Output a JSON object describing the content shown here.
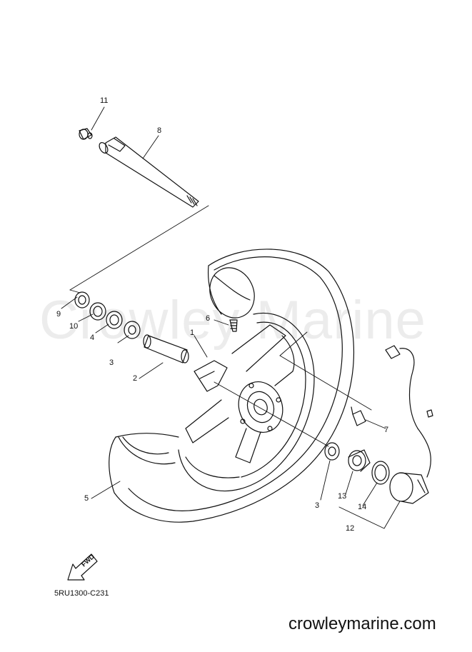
{
  "watermark": "Crowley Marine",
  "diagram_code": "5RU1300-C231",
  "website": "crowleymarine.com",
  "fwd_label": "FWD",
  "callouts": {
    "c1": "1",
    "c2": "2",
    "c3a": "3",
    "c3b": "3",
    "c4": "4",
    "c5": "5",
    "c6": "6",
    "c7": "7",
    "c8": "8",
    "c9": "9",
    "c10": "10",
    "c11": "11",
    "c12": "12",
    "c13": "13",
    "c14": "14"
  }
}
